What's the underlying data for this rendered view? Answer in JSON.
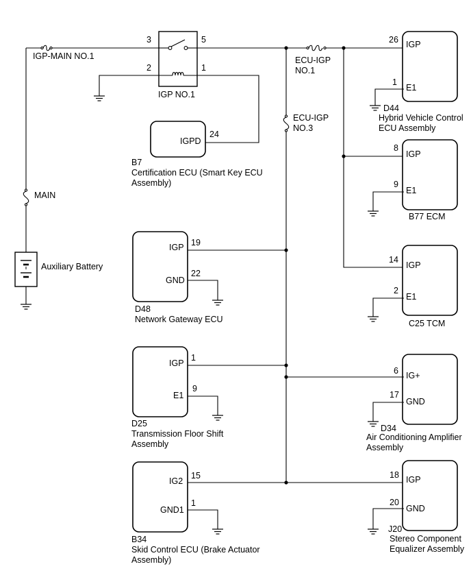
{
  "fuses": {
    "igp_main": "IGP-MAIN NO.1",
    "ecu_igp1_a": "ECU-IGP",
    "ecu_igp1_b": "NO.1",
    "ecu_igp3_a": "ECU-IGP",
    "ecu_igp3_b": "NO.3",
    "main": "MAIN"
  },
  "relay": {
    "label": "IGP NO.1",
    "pin3": "3",
    "pin5": "5",
    "pin2": "2",
    "pin1": "1"
  },
  "battery": {
    "label": "Auxiliary Battery"
  },
  "certification_ecu": {
    "code": "B7",
    "name1": "Certification ECU (Smart Key ECU",
    "name2": "Assembly)",
    "pin_igpd_label": "IGPD",
    "pin_igpd_num": "24"
  },
  "network_gateway": {
    "code": "D48",
    "name1": "Network Gateway ECU",
    "pin_igp_label": "IGP",
    "pin_igp_num": "19",
    "pin_gnd_label": "GND",
    "pin_gnd_num": "22"
  },
  "transmission_floor_shift": {
    "code": "D25",
    "name1": "Transmission Floor Shift",
    "name2": "Assembly",
    "pin_igp_label": "IGP",
    "pin_igp_num": "1",
    "pin_e1_label": "E1",
    "pin_e1_num": "9"
  },
  "skid_control": {
    "code": "B34",
    "name1": "Skid Control ECU (Brake Actuator",
    "name2": "Assembly)",
    "pin_ig2_label": "IG2",
    "pin_ig2_num": "15",
    "pin_gnd1_label": "GND1",
    "pin_gnd1_num": "1"
  },
  "hybrid_ecu": {
    "code": "D44",
    "name1": "Hybrid Vehicle Control",
    "name2": "ECU Assembly",
    "pin_igp_label": "IGP",
    "pin_igp_num": "26",
    "pin_e1_label": "E1",
    "pin_e1_num": "1"
  },
  "ecm": {
    "code_name": "B77  ECM",
    "pin_igp_label": "IGP",
    "pin_igp_num": "8",
    "pin_e1_label": "E1",
    "pin_e1_num": "9"
  },
  "tcm": {
    "code_name": "C25  TCM",
    "pin_igp_label": "IGP",
    "pin_igp_num": "14",
    "pin_e1_label": "E1",
    "pin_e1_num": "2"
  },
  "ac_amplifier": {
    "code": "D34",
    "name1": "Air Conditioning Amplifier",
    "name2": "Assembly",
    "pin_ig_label": "IG+",
    "pin_ig_num": "6",
    "pin_gnd_label": "GND",
    "pin_gnd_num": "17"
  },
  "stereo_equalizer": {
    "code": "J20",
    "name1": "Stereo Component",
    "name2": "Equalizer Assembly",
    "pin_igp_label": "IGP",
    "pin_igp_num": "18",
    "pin_gnd_label": "GND",
    "pin_gnd_num": "20"
  }
}
